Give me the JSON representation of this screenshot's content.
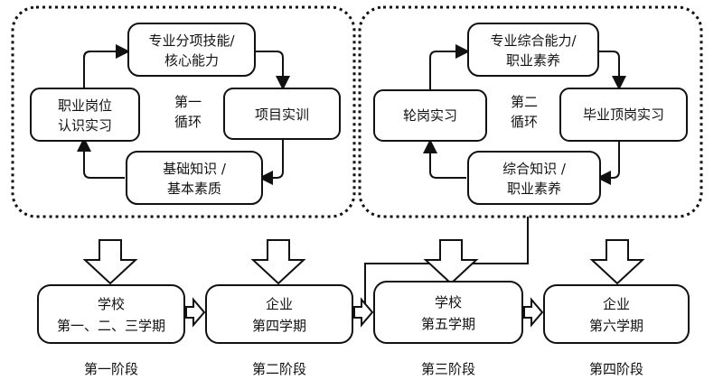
{
  "cycles": [
    {
      "center": [
        "第一",
        "循环"
      ],
      "top": [
        "专业分项技能/",
        "核心能力"
      ],
      "right": [
        "项目实训"
      ],
      "bottom": [
        "基础知识 /",
        "基本素质"
      ],
      "left": [
        "职业岗位",
        "认识实习"
      ]
    },
    {
      "center": [
        "第二",
        "循环"
      ],
      "top": [
        "专业综合能力/",
        "职业素养"
      ],
      "right": [
        "毕业顶岗实习"
      ],
      "bottom": [
        "综合知识 /",
        "职业素养"
      ],
      "left": [
        "轮岗实习"
      ]
    }
  ],
  "stages": [
    {
      "lines": [
        "学校",
        "第一、二、三学期"
      ]
    },
    {
      "lines": [
        "企业",
        "第四学期"
      ]
    },
    {
      "lines": [
        "学校",
        "第五学期"
      ]
    },
    {
      "lines": [
        "企业",
        "第六学期"
      ]
    }
  ],
  "phases": [
    "第一阶段",
    "第二阶段",
    "第三阶段",
    "第四阶段"
  ],
  "colors": {
    "line": "#111111",
    "background": "#ffffff"
  }
}
